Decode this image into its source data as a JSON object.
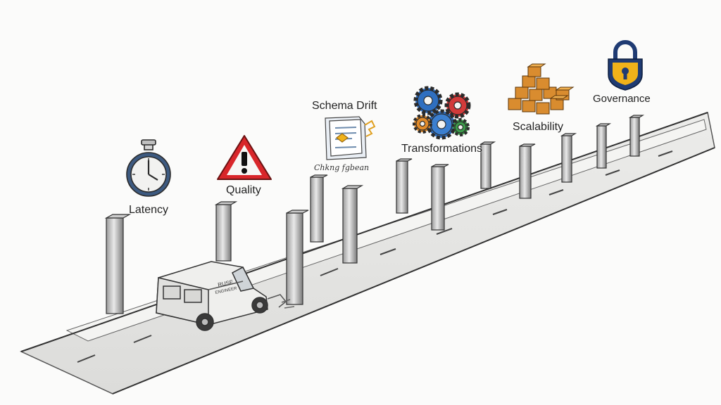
{
  "labels": {
    "latency": "Latency",
    "quality": "Quality",
    "schema_drift": "Schema Drift",
    "schema_sub": "Chkng fgbean",
    "transformations": "Transformations",
    "scalability": "Scalability",
    "governance": "Governance"
  },
  "van": {
    "side_text_1": "RUSE",
    "side_text_2": "ENGINEER"
  },
  "icons": {
    "latency": "stopwatch-icon",
    "quality": "warning-triangle-icon",
    "schema_drift": "schema-document-icon",
    "transformations": "gears-icon",
    "scalability": "stacked-boxes-icon",
    "governance": "padlock-icon"
  },
  "colors": {
    "warning_red": "#d8262a",
    "stopwatch_blue": "#3d5a80",
    "gear_blue": "#2f6fc0",
    "gear_red": "#d23a3a",
    "gear_green": "#3c9a4a",
    "gear_orange": "#e08a2a",
    "box_orange": "#d98c2f",
    "lock_navy": "#1f3b73",
    "lock_gold": "#f0b21a"
  }
}
